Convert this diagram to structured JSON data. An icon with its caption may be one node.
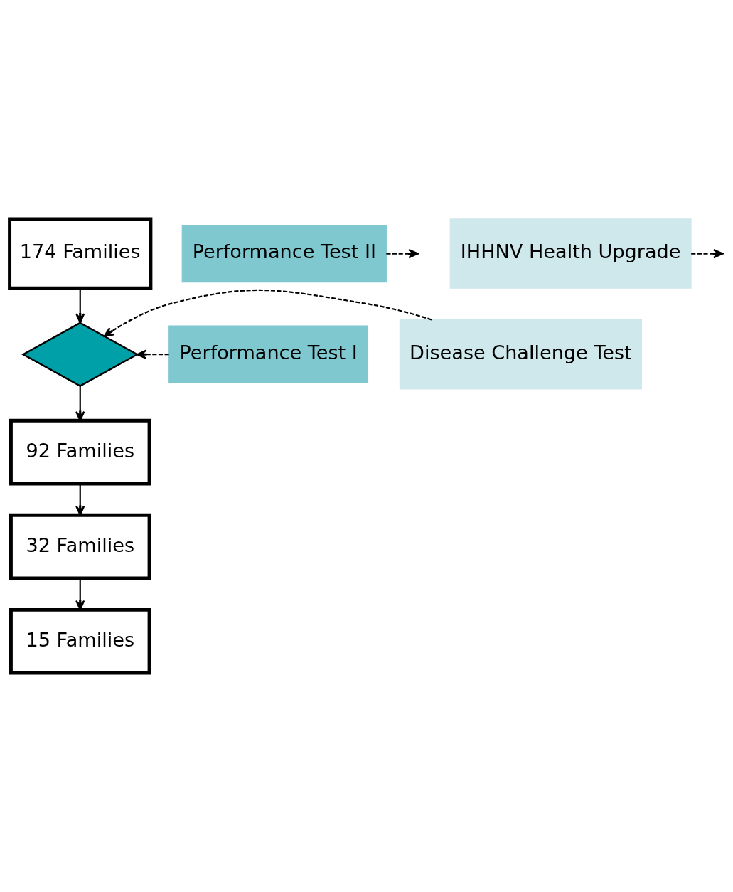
{
  "diagram": {
    "nodes": [
      {
        "text": [
          "174 Families"
        ]
      },
      {
        "text": [],
        "shape": "diamond"
      },
      {
        "text": [
          "Performance Test I"
        ]
      },
      {
        "text": [
          "Disease Challenge Test"
        ]
      },
      {
        "text": [
          "92 Families"
        ]
      },
      {
        "text": [
          "Performance Test II"
        ]
      },
      {
        "text": [
          "32 Families"
        ]
      },
      {
        "text": [
          "IHHNV Health Upgrade"
        ]
      },
      {
        "text": [
          "15 Families"
        ]
      }
    ],
    "edges": [
      {
        "from": 0,
        "to": 1,
        "arrow": "to"
      },
      {
        "from": 2,
        "to": 1,
        "arrow": "to",
        "style": "dashed"
      },
      {
        "from": 3,
        "to": 1,
        "arrow": "to",
        "style": "dashed"
      },
      {
        "from": 1,
        "to": 4,
        "arrow": "to"
      },
      {
        "from": 4,
        "to": 6,
        "arrow": "to"
      },
      {
        "from": 5,
        "to": null,
        "arrow": "to",
        "style": "dashed"
      },
      {
        "from": 6,
        "to": 8,
        "arrow": "to"
      },
      {
        "from": 7,
        "to": null,
        "arrow": "to",
        "style": "dashed"
      }
    ]
  }
}
